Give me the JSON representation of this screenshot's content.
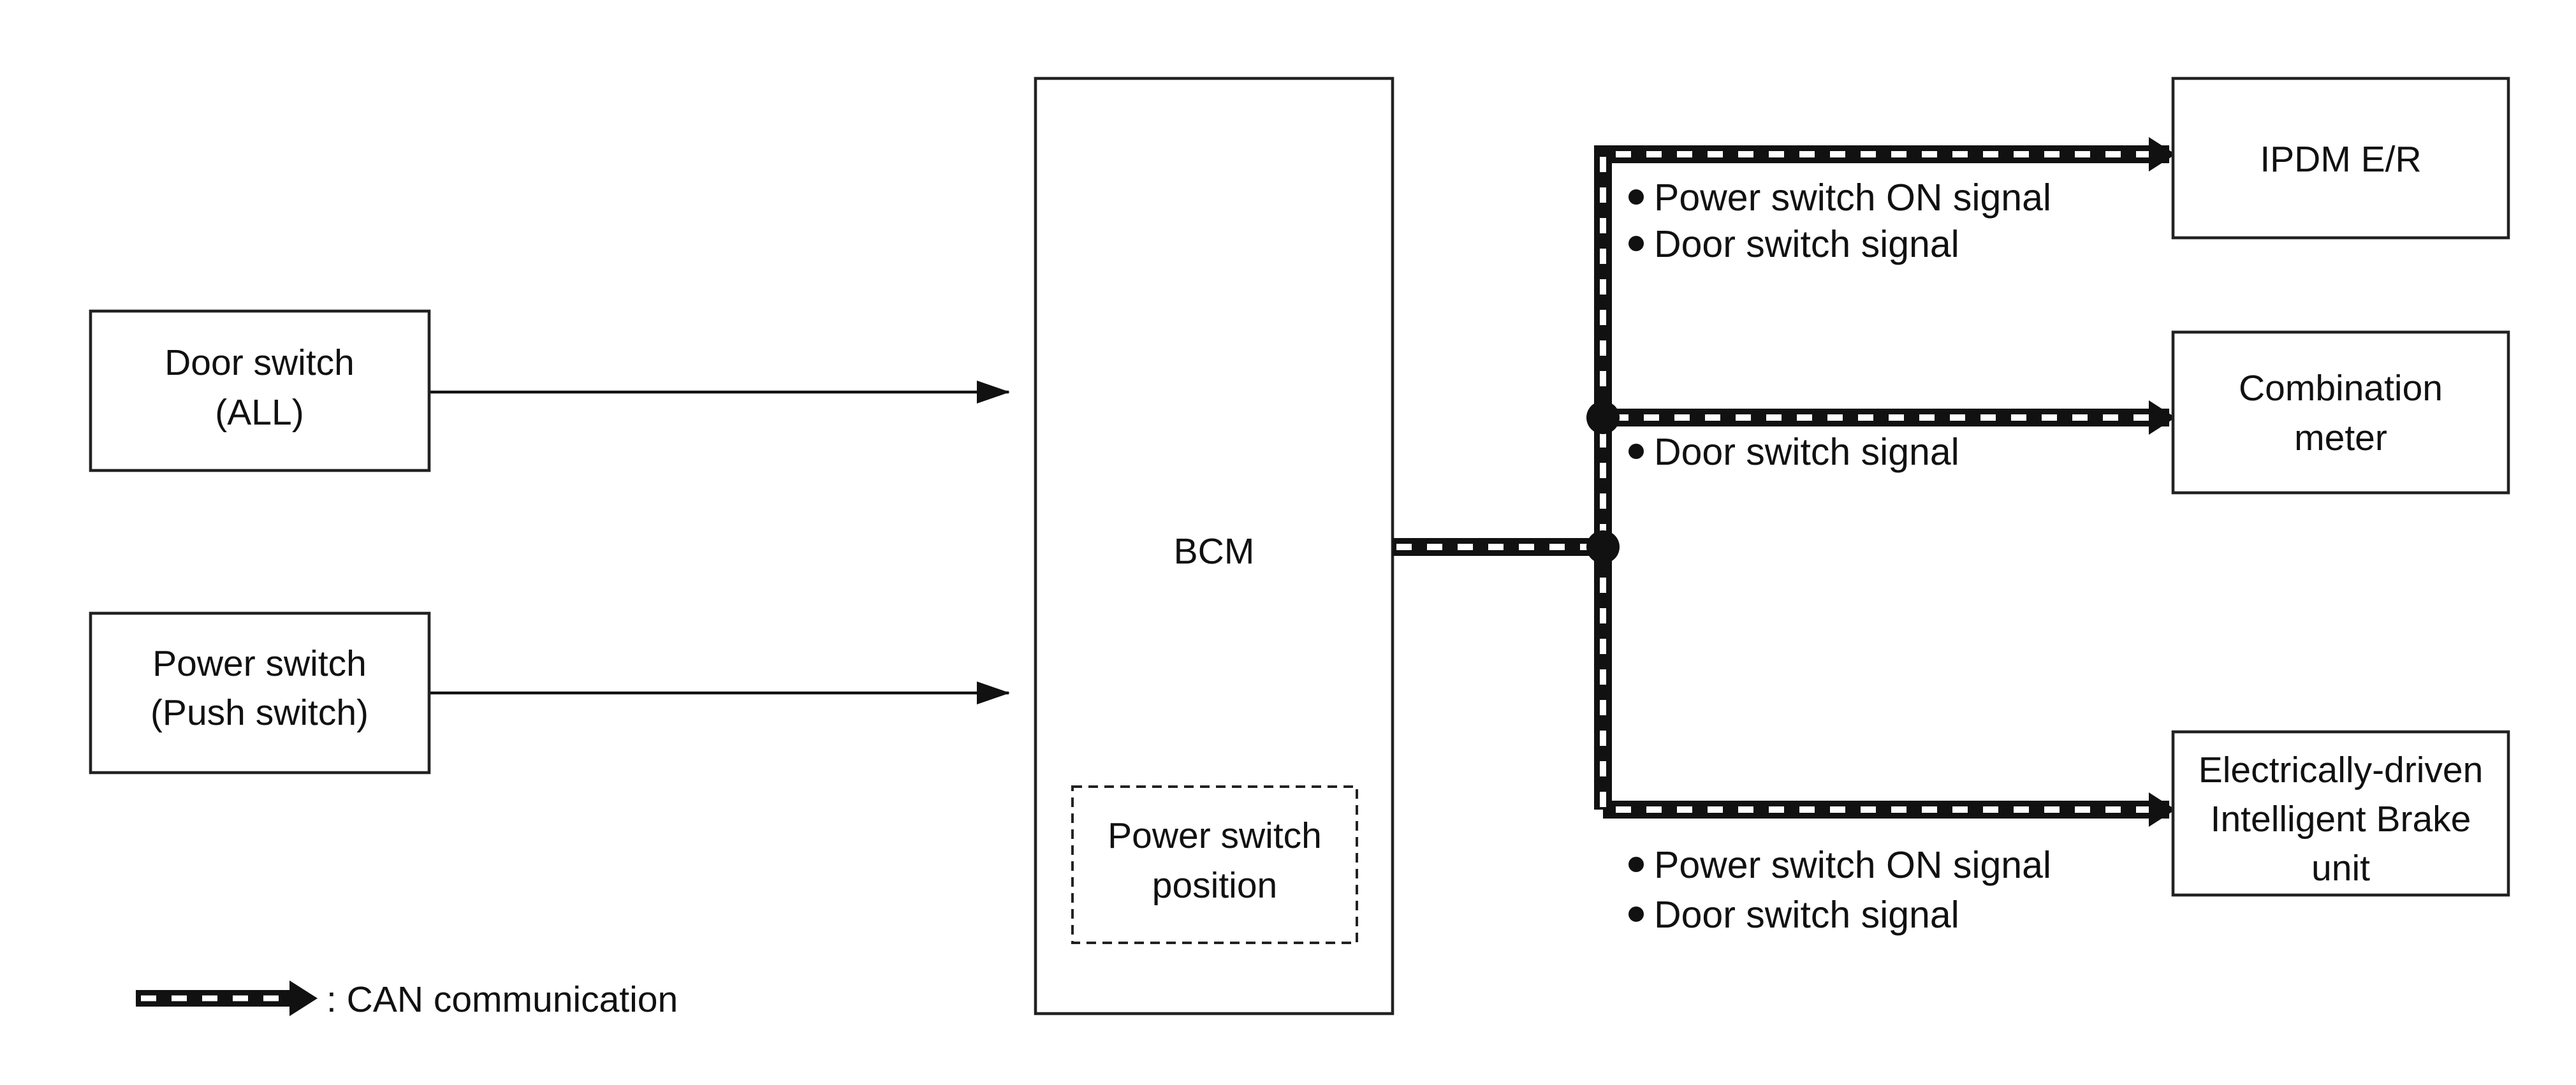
{
  "blocks": {
    "door_switch": [
      "Door switch",
      "(ALL)"
    ],
    "power_switch": [
      "Power switch",
      "(Push switch)"
    ],
    "bcm": "BCM",
    "power_switch_position": [
      "Power switch",
      "position"
    ],
    "ipdm": "IPDM E/R",
    "combination_meter": [
      "Combination",
      "meter"
    ],
    "brake_unit": [
      "Electrically-driven",
      "Intelligent Brake",
      "unit"
    ]
  },
  "signals": {
    "ipdm": [
      "Power switch ON signal",
      "Door switch signal"
    ],
    "combination_meter": [
      "Door switch signal"
    ],
    "brake_unit": [
      "Power switch ON signal",
      "Door switch signal"
    ]
  },
  "legend": {
    "label": ": CAN communication"
  },
  "colors": {
    "line": "#111111",
    "background": "#ffffff"
  }
}
